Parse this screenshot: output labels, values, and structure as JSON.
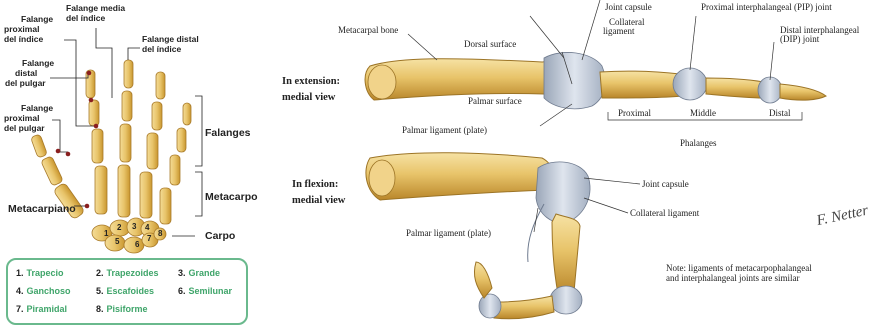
{
  "hand": {
    "labels": {
      "falange_media": [
        "Falange media",
        "del índice"
      ],
      "falange_proximal_indice": [
        "Falange",
        "proximal",
        "del índice"
      ],
      "falange_distal_indice": [
        "Falange distal",
        "del índice"
      ],
      "falange_distal_pulgar": [
        "Falange",
        "distal",
        "del pulgar"
      ],
      "falange_proximal_pulgar": [
        "Falange",
        "proximal",
        "del pulgar"
      ],
      "falanges": "Falanges",
      "metacarpo": "Metacarpo",
      "metacarpiano": "Metacarpiano",
      "carpo": "Carpo"
    },
    "carpal_numbers": [
      "1",
      "2",
      "3",
      "4",
      "5",
      "6",
      "7",
      "8"
    ],
    "legend": [
      {
        "num": "1.",
        "name": "Trapecio"
      },
      {
        "num": "2.",
        "name": "Trapezoides"
      },
      {
        "num": "3.",
        "name": "Grande"
      },
      {
        "num": "4.",
        "name": "Ganchoso"
      },
      {
        "num": "5.",
        "name": "Escafoides"
      },
      {
        "num": "6.",
        "name": "Semilunar"
      },
      {
        "num": "7.",
        "name": "Piramidal"
      },
      {
        "num": "8.",
        "name": "Pisiforme"
      }
    ]
  },
  "finger": {
    "extension": {
      "heading": [
        "In extension:",
        "medial view"
      ],
      "metacarpal_bone": "Metacarpal bone",
      "dorsal_surface": "Dorsal surface",
      "palmar_surface": "Palmar surface",
      "joint_capsule": "Joint capsule",
      "collateral_ligament": [
        "Collateral",
        "ligament"
      ],
      "pip_joint": "Proximal interphalangeal (PIP) joint",
      "dip_joint": [
        "Distal interphalangeal",
        "(DIP) joint"
      ],
      "palmar_ligament": "Palmar ligament (plate)",
      "phalanges": {
        "proximal": "Proximal",
        "middle": "Middle",
        "distal": "Distal",
        "group": "Phalanges"
      }
    },
    "flexion": {
      "heading": [
        "In flexion:",
        "medial view"
      ],
      "joint_capsule": "Joint capsule",
      "collateral_ligament": "Collateral ligament",
      "palmar_ligament": "Palmar ligament (plate)"
    },
    "note": [
      "Note: ligaments of metacarpophalangeal",
      "and interphalangeal joints are similar"
    ],
    "signature": "F. Netter"
  },
  "colors": {
    "bone": "#e8c46a",
    "bone_shade": "#c9962e",
    "ligament": "#b9c3d2",
    "legend_border": "#6ab98d",
    "legend_text": "#3fa56a",
    "marker": "#8a1f1f"
  }
}
